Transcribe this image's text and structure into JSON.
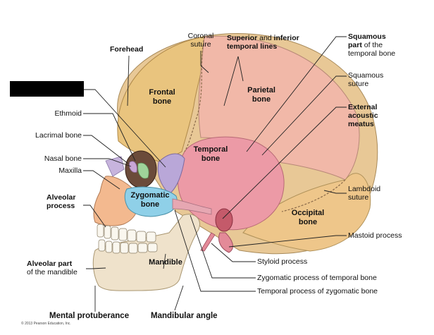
{
  "diagram": {
    "labels": {
      "forehead": "Forehead",
      "coronal_suture_1": "Coronal",
      "coronal_suture_2": "suture",
      "superior_inferior_1a": "Superior",
      "superior_inferior_1b": " and ",
      "superior_inferior_1c": "inferior",
      "superior_inferior_2": "temporal lines",
      "squamous_part_1": "Squamous",
      "squamous_part_2a": "part",
      "squamous_part_2b": " of the",
      "squamous_part_3": "temporal bone",
      "squamous_suture_1": "Squamous",
      "squamous_suture_2": "suture",
      "external_acoustic_1": "External",
      "external_acoustic_2": "acoustic",
      "external_acoustic_3": "meatus",
      "ethmoid": "Ethmoid",
      "lacrimal_bone": "Lacrimal bone",
      "nasal_bone": "Nasal bone",
      "maxilla": "Maxilla",
      "alveolar_process_1": "Alveolar",
      "alveolar_process_2": "process",
      "lambdoid_suture_1": "Lambdoid",
      "lambdoid_suture_2": "suture",
      "mastoid_process": "Mastoid process",
      "styloid_process": "Styloid process",
      "zygomatic_process": "Zygomatic process of temporal bone",
      "temporal_process": "Temporal process of zygomatic bone",
      "alveolar_part_1": "Alveolar part",
      "alveolar_part_2": "of the mandible",
      "mental_protuberance": "Mental protuberance",
      "mandibular_angle": "Mandibular angle",
      "copyright": "© 2013 Pearson Education, Inc."
    },
    "bones": {
      "frontal_1": "Frontal",
      "frontal_2": "bone",
      "parietal_1": "Parietal",
      "parietal_2": "bone",
      "temporal_1": "Temporal",
      "temporal_2": "bone",
      "zygomatic_1": "Zygomatic",
      "zygomatic_2": "bone",
      "occipital_1": "Occipital",
      "occipital_2": "bone",
      "mandible": "Mandible"
    },
    "colors": {
      "frontal": "#e9c47e",
      "parietal": "#f1b8a8",
      "temporal": "#ec9aa6",
      "occipital": "#eec68a",
      "zygomatic": "#8fd0e8",
      "maxilla": "#f3b98f",
      "mandible": "#efe2cb",
      "ethmoid": "#9fd49a",
      "lacrimal": "#c9a6d6",
      "nasal": "#c7b4dd",
      "sphenoid": "#b9a7d8",
      "leader": "#222222",
      "redaction": "#000000"
    }
  }
}
